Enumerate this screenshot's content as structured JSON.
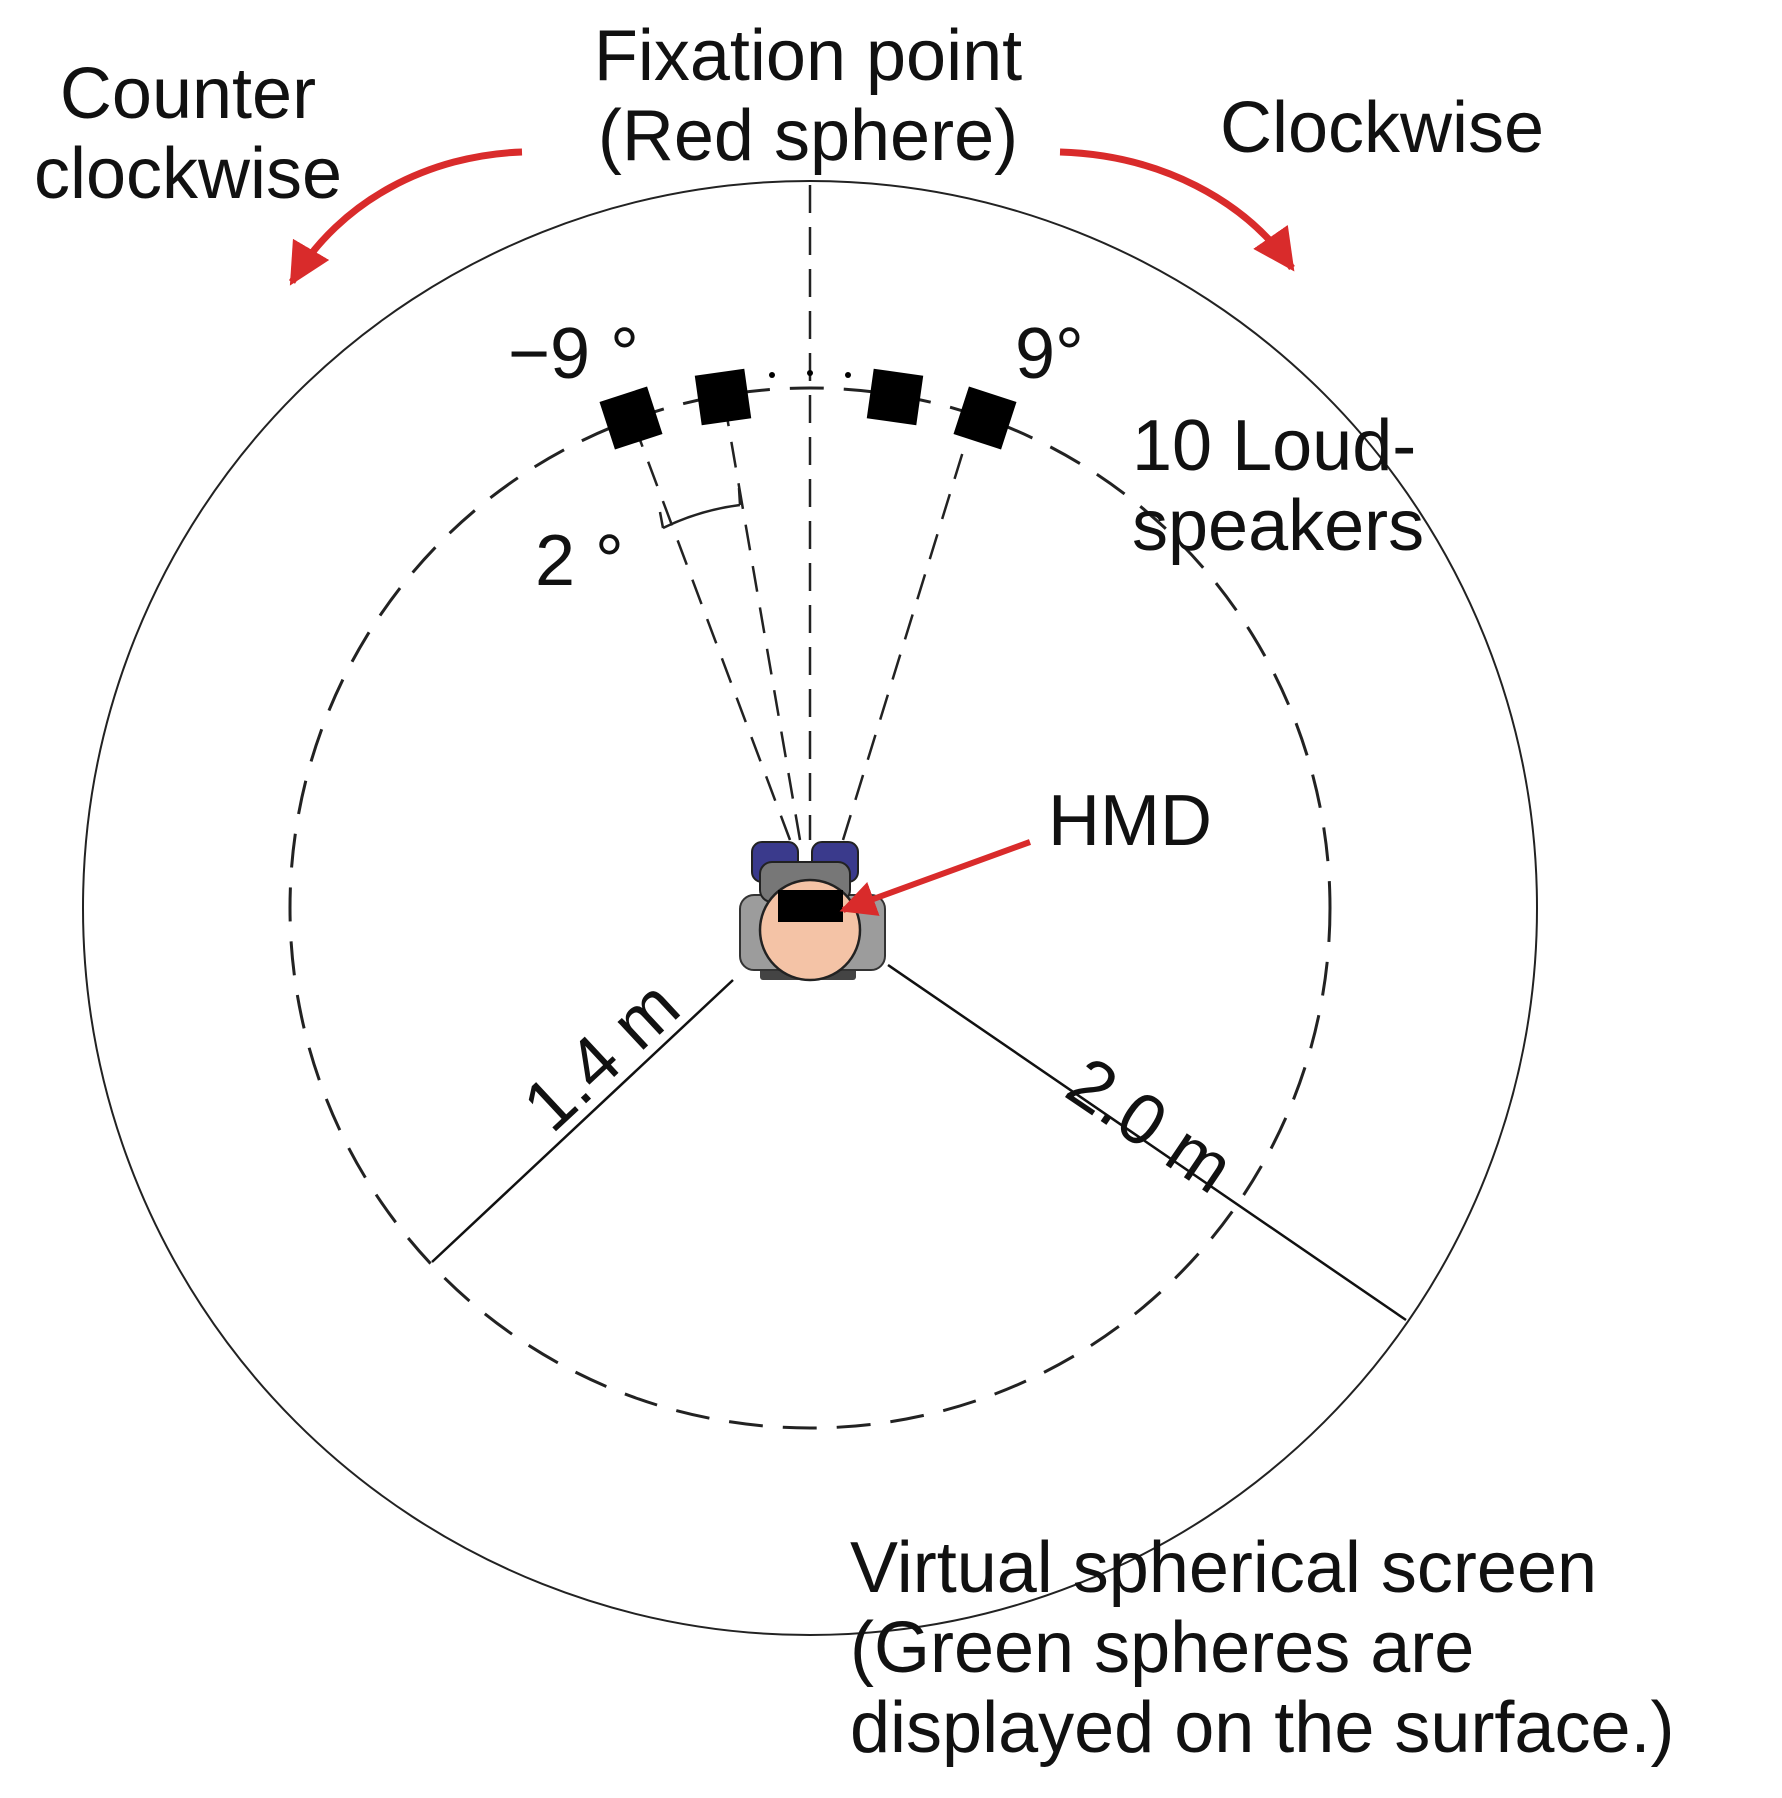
{
  "labels": {
    "fixation_line1": "Fixation point",
    "fixation_line2": "(Red sphere)",
    "ccw_line1": "Counter",
    "ccw_line2": "clockwise",
    "cw": "Clockwise",
    "angle_left": "−9 °",
    "angle_right": "9°",
    "spacing": "2 °",
    "speakers_line1": "10 Loud-",
    "speakers_line2": "speakers",
    "hmd": "HMD",
    "radius_inner": "1.4 m",
    "radius_outer": "2.0 m",
    "screen_line1": "Virtual spherical screen",
    "screen_line2": "(Green spheres are",
    "screen_line3": "displayed on the surface.)"
  },
  "colors": {
    "arrow": "#d92b2b",
    "speaker": "#000000",
    "skin": "#f4c3a6",
    "headset": "#3a3a8c",
    "shoulder": "#9c9c9c"
  },
  "icons": [
    "person-top-view-icon",
    "loudspeaker-icon",
    "curved-arrow-icon"
  ]
}
